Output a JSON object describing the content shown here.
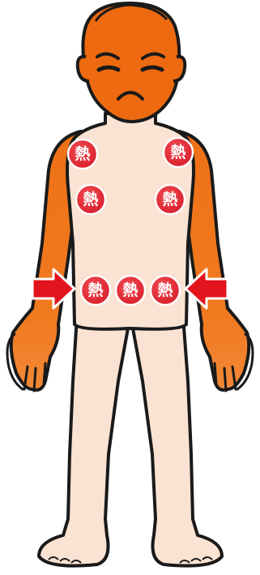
{
  "figure": {
    "heat_label": "熱",
    "colors": {
      "skin_hot": "#ee6a10",
      "skin_mid": "#f6a060",
      "skin_cool": "#fbe3d3",
      "outline": "#1a1a1a",
      "heat_spot": "#e8303a",
      "arrow": "#e2141e"
    },
    "heat_spots": [
      "left-shoulder",
      "right-shoulder",
      "left-chest",
      "right-chest",
      "left-waist",
      "center-waist",
      "right-waist"
    ],
    "arrows": [
      "left-arrow-pointing-right",
      "right-arrow-pointing-left"
    ],
    "face_expression": "worried"
  }
}
